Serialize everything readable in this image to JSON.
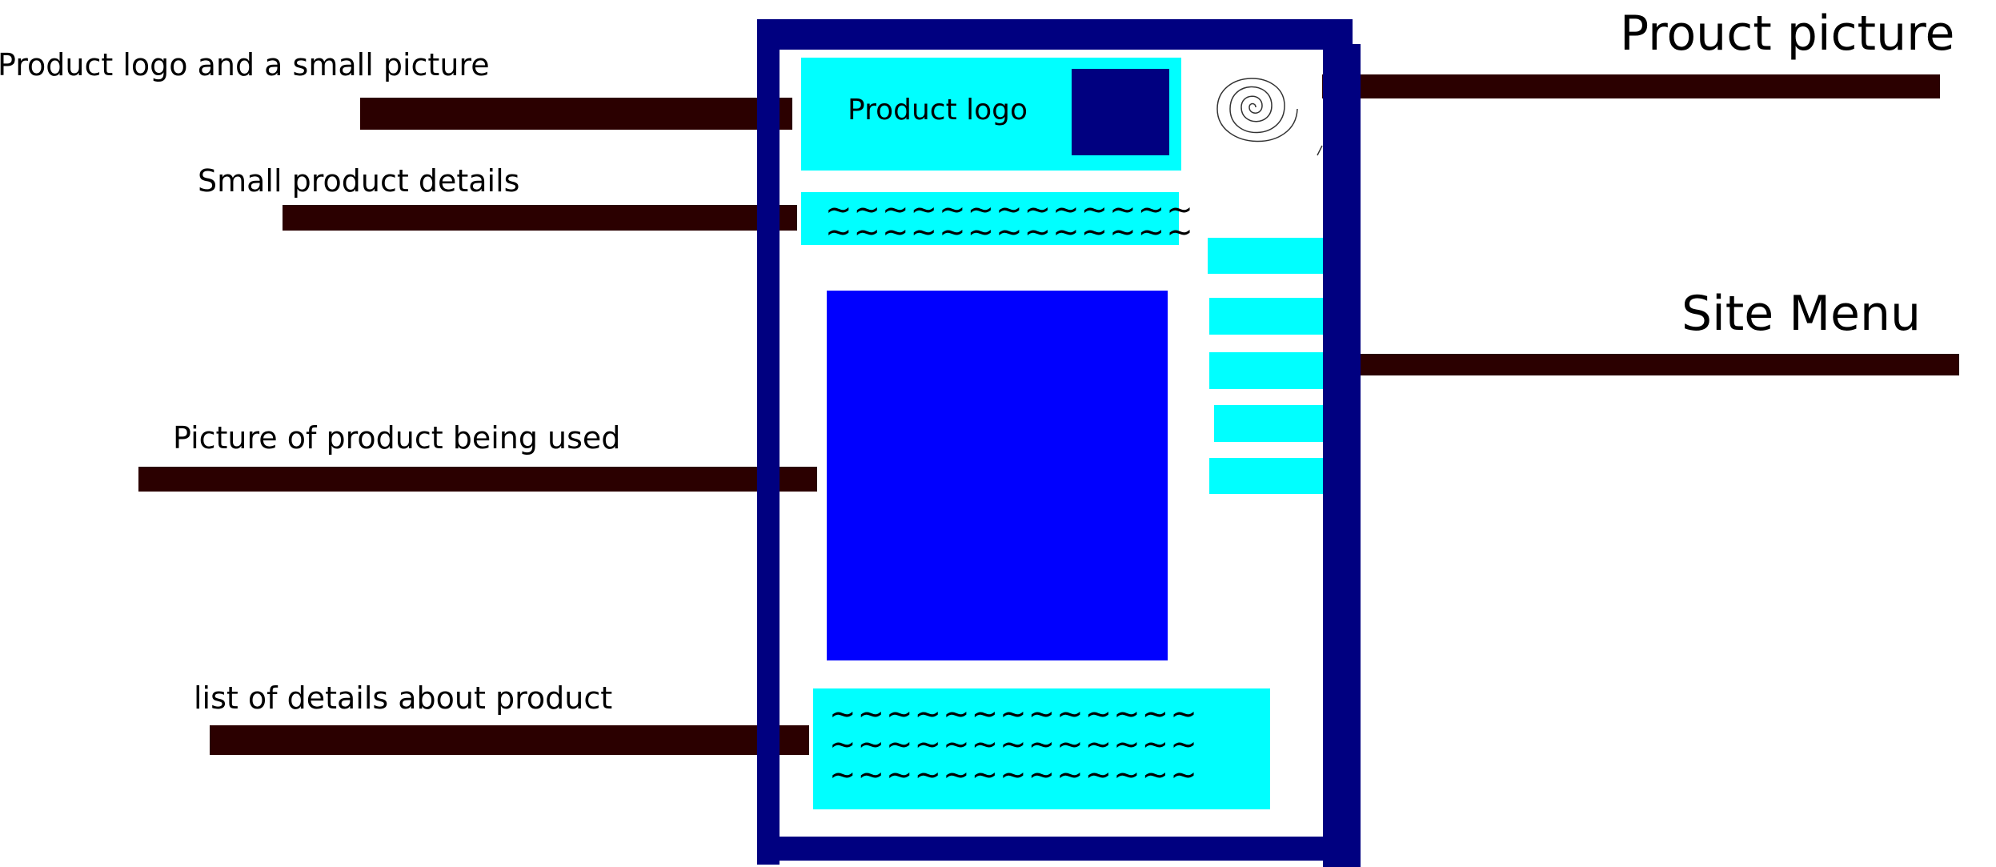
{
  "callouts": {
    "logo_and_picture": "Product logo and a small picture",
    "small_details": "Small product details",
    "picture_in_use": "Picture of product being used",
    "details_list": "list of details about product",
    "product_picture": "Prouct picture",
    "site_menu": "Site Menu"
  },
  "page": {
    "logo_text": "Product logo",
    "tilde_line": "~~~~~~~~~~~~~"
  },
  "colors": {
    "frame": "#000080",
    "cyan": "#00ffff",
    "photo": "#0000ff",
    "leader": "#2b0000"
  }
}
